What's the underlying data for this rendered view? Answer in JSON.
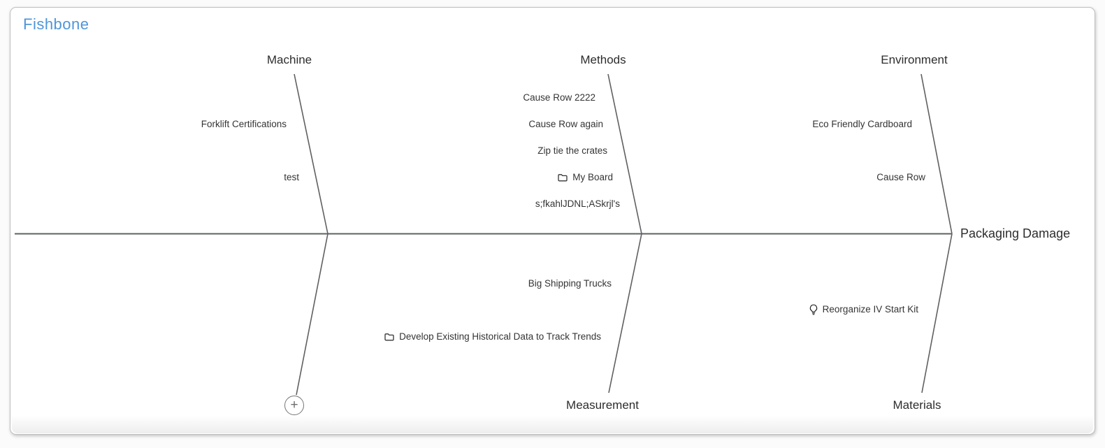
{
  "page": {
    "title": "Fishbone"
  },
  "effect": {
    "label": "Packaging Damage"
  },
  "colors": {
    "bone_line": "#5f6063",
    "title_blue": "#4e96d8",
    "cause_text": "#343434",
    "category_text": "#2d2d2d"
  },
  "add_button": {
    "icon": "plus-icon",
    "glyph": "+"
  },
  "categories": [
    {
      "id": "machine",
      "label": "Machine",
      "position": "top",
      "causes": [
        {
          "label": "Forklift Certifications"
        },
        {
          "label": "test"
        }
      ]
    },
    {
      "id": "methods",
      "label": "Methods",
      "position": "top",
      "causes": [
        {
          "label": "Cause Row 2222"
        },
        {
          "label": "Cause Row again"
        },
        {
          "label": "Zip tie the crates"
        },
        {
          "label": "My Board",
          "icon": "folder-icon"
        },
        {
          "label": "s;fkahlJDNL;ASkrjl's"
        }
      ]
    },
    {
      "id": "environment",
      "label": "Environment",
      "position": "top",
      "causes": [
        {
          "label": "Eco Friendly Cardboard"
        },
        {
          "label": "Cause Row"
        }
      ]
    },
    {
      "id": "measurement",
      "label": "Measurement",
      "position": "bottom",
      "causes": [
        {
          "label": "Big Shipping Trucks"
        },
        {
          "label": "Develop Existing Historical Data to Track Trends",
          "icon": "folder-icon"
        }
      ]
    },
    {
      "id": "materials",
      "label": "Materials",
      "position": "bottom",
      "causes": [
        {
          "label": "Reorganize IV Start Kit",
          "icon": "lightbulb-icon"
        }
      ]
    }
  ]
}
